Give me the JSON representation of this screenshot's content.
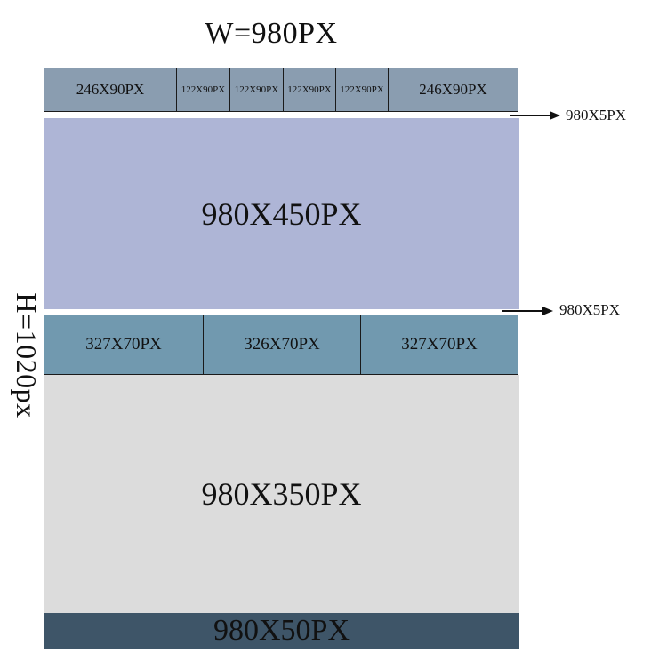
{
  "width_label": "W=980PX",
  "height_label": "H=1020px",
  "header": {
    "cells": [
      "246X90PX",
      "122X90PX",
      "122X90PX",
      "122X90PX",
      "122X90PX",
      "246X90PX"
    ]
  },
  "gap_labels": [
    "980X5PX",
    "980X5PX"
  ],
  "banner": {
    "label": "980X450PX"
  },
  "middle": {
    "cells": [
      "327X70PX",
      "326X70PX",
      "327X70PX"
    ]
  },
  "content": {
    "label": "980X350PX"
  },
  "footer": {
    "label": "980X50PX"
  },
  "colors": {
    "header": "#8a9db0",
    "banner": "#aeb5d6",
    "middle": "#7199af",
    "content": "#dcdcdc",
    "footer": "#3e5568"
  }
}
